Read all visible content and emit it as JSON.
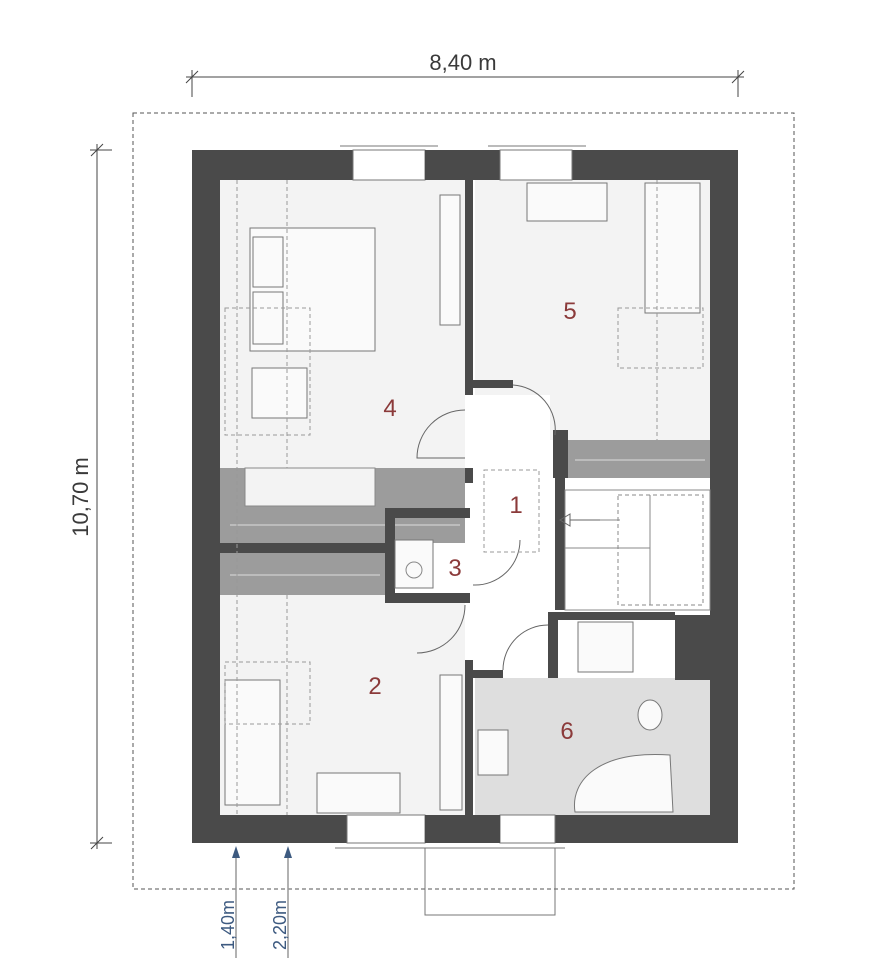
{
  "dimensions": {
    "width": "8,40 m",
    "height": "10,70 m",
    "wall_height_1": "1,40m",
    "wall_height_2": "2,20m"
  },
  "rooms": [
    {
      "number": "1"
    },
    {
      "number": "2"
    },
    {
      "number": "3"
    },
    {
      "number": "4"
    },
    {
      "number": "5"
    },
    {
      "number": "6"
    }
  ],
  "colors": {
    "wall": "#4a4a4a",
    "room_label": "#8b3a3a",
    "low_ceiling_zone": "#9c9c9c",
    "bathroom_floor": "#dedede",
    "height_marker": "#3d5a80"
  }
}
